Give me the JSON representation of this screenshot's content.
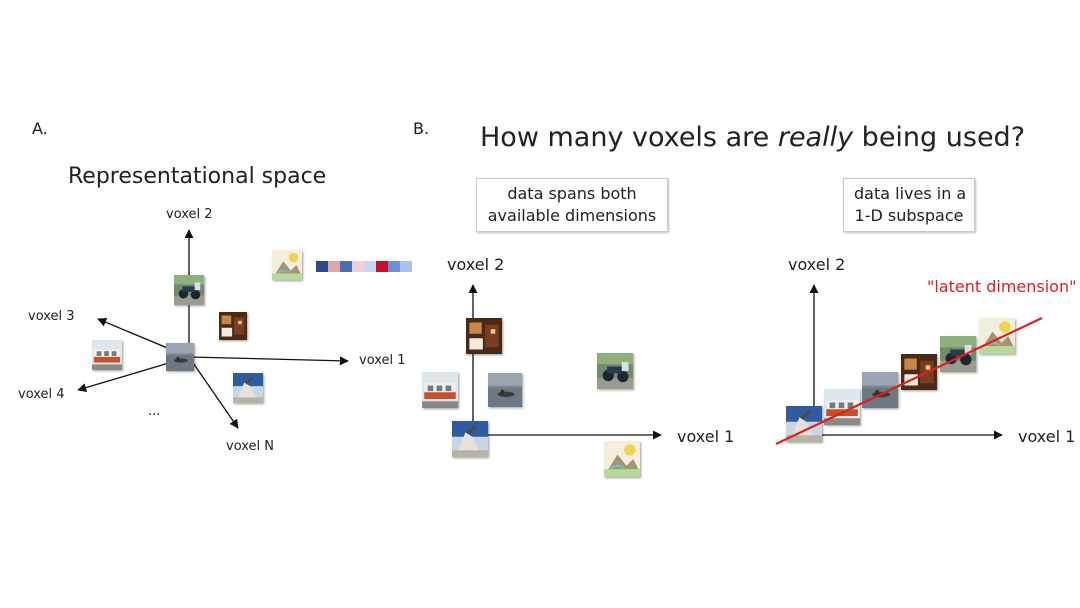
{
  "panelA": {
    "label": "A.",
    "heading": "Representational space",
    "axes": {
      "voxel2": "voxel 2",
      "voxel1": "voxel 1",
      "voxel3": "voxel 3",
      "voxel4": "voxel 4",
      "voxelN": "voxel N",
      "ellipsis": "..."
    },
    "pattern_colors": [
      "#2b4a8c",
      "#e3a4aa",
      "#4a6fb5",
      "#f1cfd6",
      "#c9d6ee",
      "#c8102e",
      "#6a91d6",
      "#a9c2ea"
    ]
  },
  "panelB": {
    "label": "B.",
    "title_before": "How many voxels are ",
    "title_emphasis": "really",
    "title_after": " being used?",
    "left": {
      "caption_line1": "data spans both",
      "caption_line2": "available dimensions",
      "y_axis": "voxel 2",
      "x_axis": "voxel 1"
    },
    "right": {
      "caption_line1": "data lives in a",
      "caption_line2": "1-D subspace",
      "y_axis": "voxel 2",
      "x_axis": "voxel 1",
      "latent_label": "\"latent dimension\""
    }
  },
  "colors": {
    "latent_line": "#e0201e",
    "axis": "#111111"
  }
}
